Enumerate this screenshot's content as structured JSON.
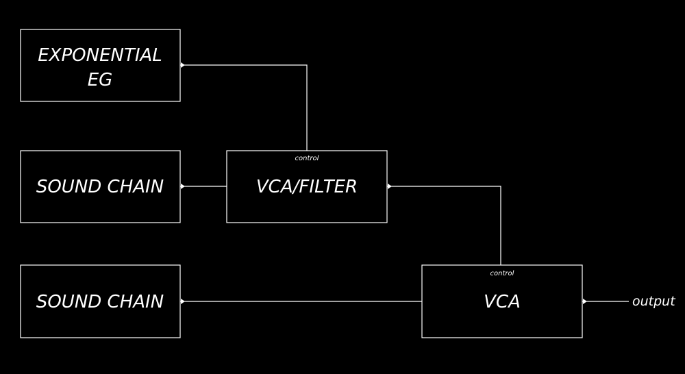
{
  "colors": {
    "background": "#000000",
    "stroke": "#ffffff",
    "text": "#ffffff"
  },
  "blocks": {
    "exponential_eg": {
      "line1": "EXPONENTIAL",
      "line2": "EG"
    },
    "sound_chain_top": {
      "label": "SOUND CHAIN"
    },
    "vca_filter": {
      "label": "VCA/FILTER",
      "control_label": "control"
    },
    "sound_chain_bottom": {
      "label": "SOUND CHAIN"
    },
    "vca": {
      "label": "VCA",
      "control_label": "control"
    }
  },
  "output_label": "output"
}
